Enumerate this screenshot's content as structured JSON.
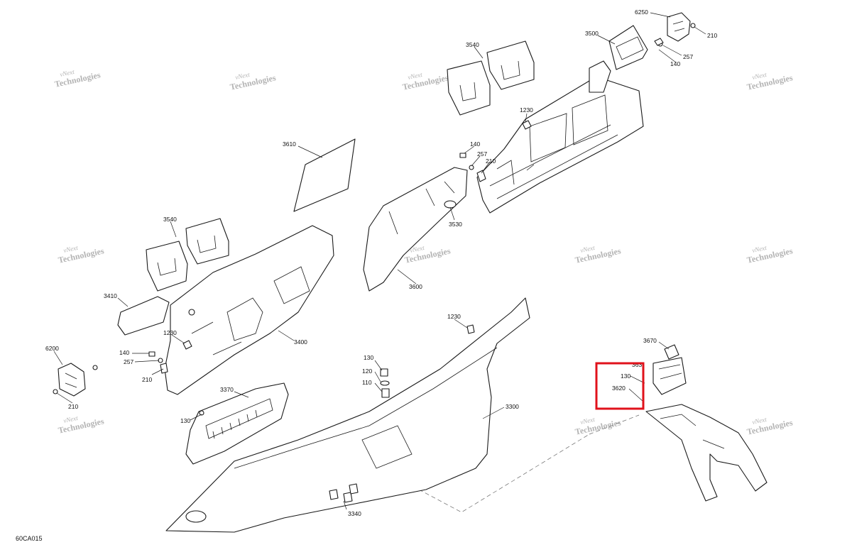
{
  "figure_id": "60CA015",
  "watermark": {
    "line1": "vNext",
    "line2": "Technologies"
  },
  "labels": {
    "l6250": "6250",
    "l210a": "210",
    "l257a": "257",
    "l140a": "140",
    "l3500": "3500",
    "l3540a": "3540",
    "l1230a": "1230",
    "l140b": "140",
    "l257b": "257",
    "l210b": "210",
    "l3610": "3610",
    "l3530": "3530",
    "l3600": "3600",
    "l3540b": "3540",
    "l3410": "3410",
    "l1230b": "1230",
    "l3400": "3400",
    "l6200": "6200",
    "l140c": "140",
    "l257c": "257",
    "l210c": "210",
    "l210d": "210",
    "l3370": "3370",
    "l130a": "130",
    "l1230c": "1230",
    "l130b": "130",
    "l120": "120",
    "l110": "110",
    "l3300": "3300",
    "l3340": "3340",
    "l3670": "3670",
    "l130c": "130",
    "l3620": "3620",
    "l3630": "363"
  },
  "highlight": {
    "color": "#e0121b",
    "label": "highlighted-callout-box"
  }
}
